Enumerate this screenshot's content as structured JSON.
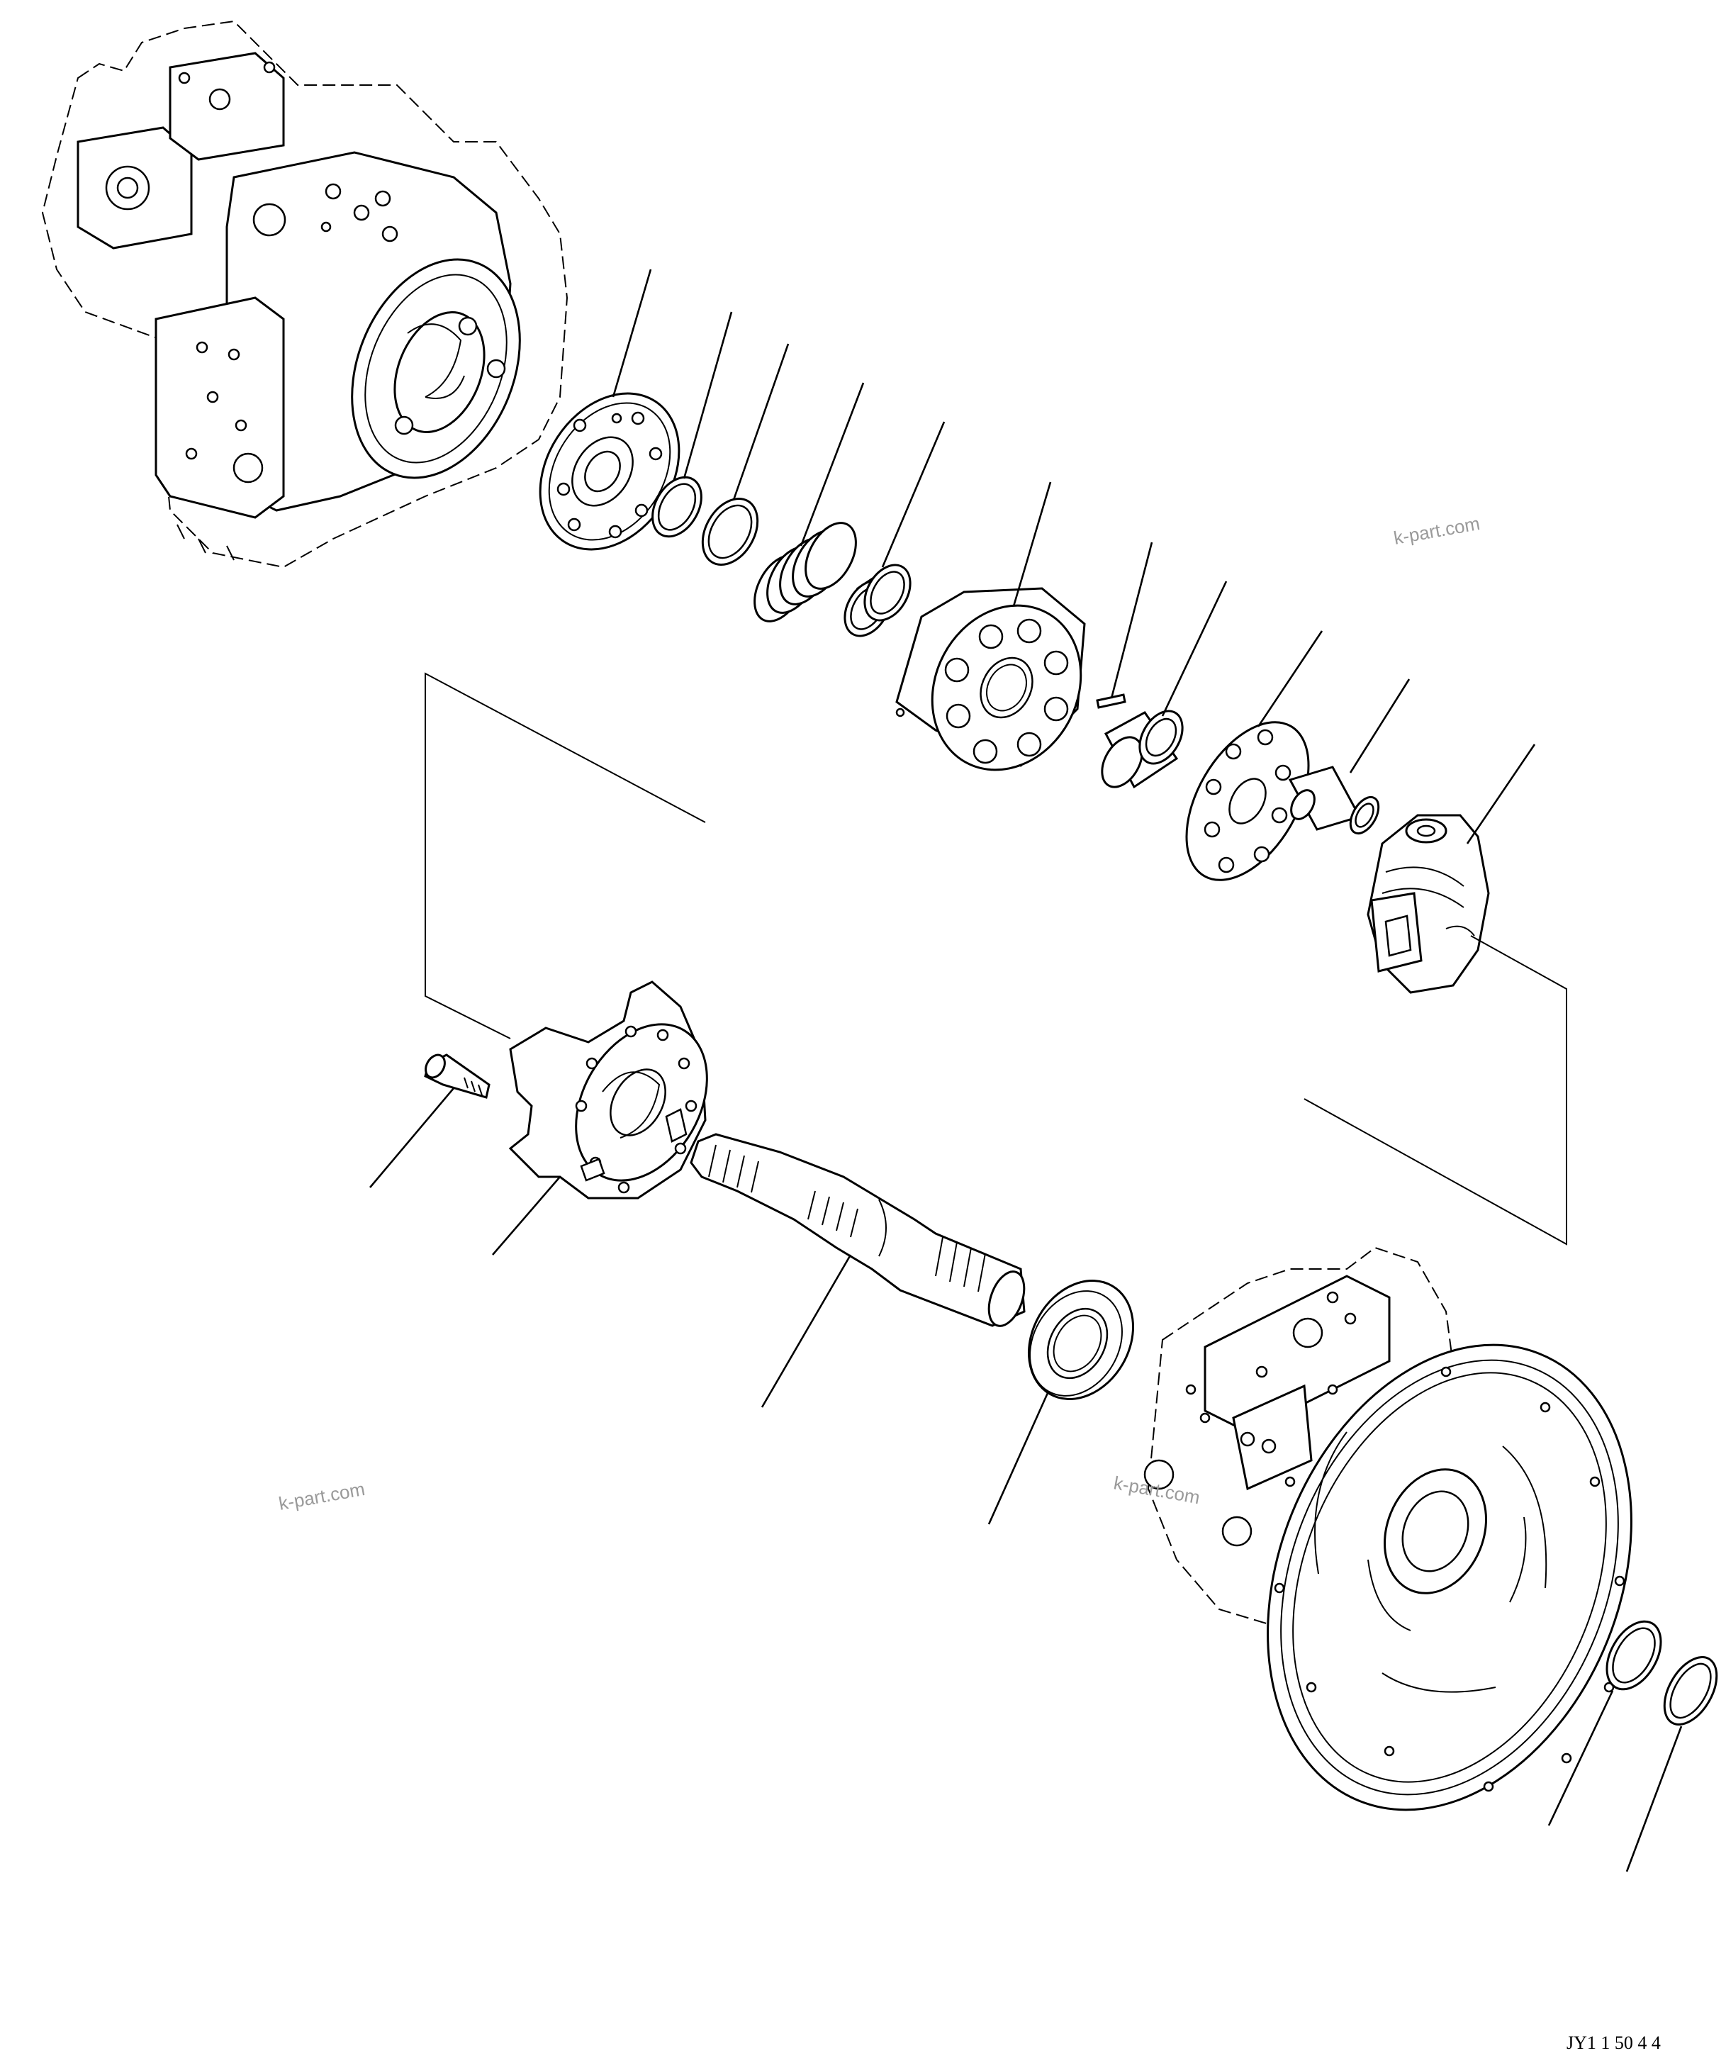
{
  "watermarks": [
    "k-part.com",
    "k-part.com",
    "k-part.com"
  ],
  "drawing_code": "JY1 1 50 4 4"
}
